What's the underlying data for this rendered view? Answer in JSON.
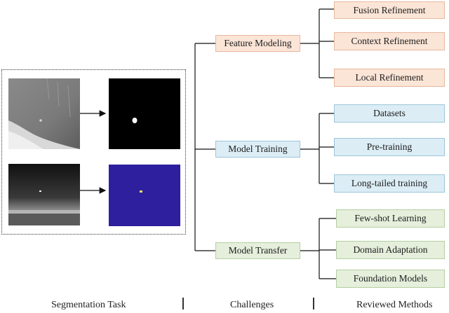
{
  "challenges": {
    "feature_modeling": "Feature Modeling",
    "model_training": "Model Training",
    "model_transfer": "Model Transfer"
  },
  "methods": {
    "feature_modeling": [
      "Fusion Refinement",
      "Context Refinement",
      "Local Refinement"
    ],
    "model_training": [
      "Datasets",
      "Pre-training",
      "Long-tailed training"
    ],
    "model_transfer": [
      "Few-shot Learning",
      "Domain Adaptation",
      "Foundation Models"
    ]
  },
  "footer": {
    "segmentation_task": "Segmentation Task",
    "challenges": "Challenges",
    "reviewed_methods": "Reviewed Methods"
  },
  "colors": {
    "feature_modeling": "#fbe5d7",
    "model_training": "#dcedf5",
    "model_transfer": "#e5efdc",
    "mask_target": "#ffffff",
    "mask_background": "#000000",
    "label_background": "#2e1f9e",
    "label_target": "#e8e060"
  }
}
